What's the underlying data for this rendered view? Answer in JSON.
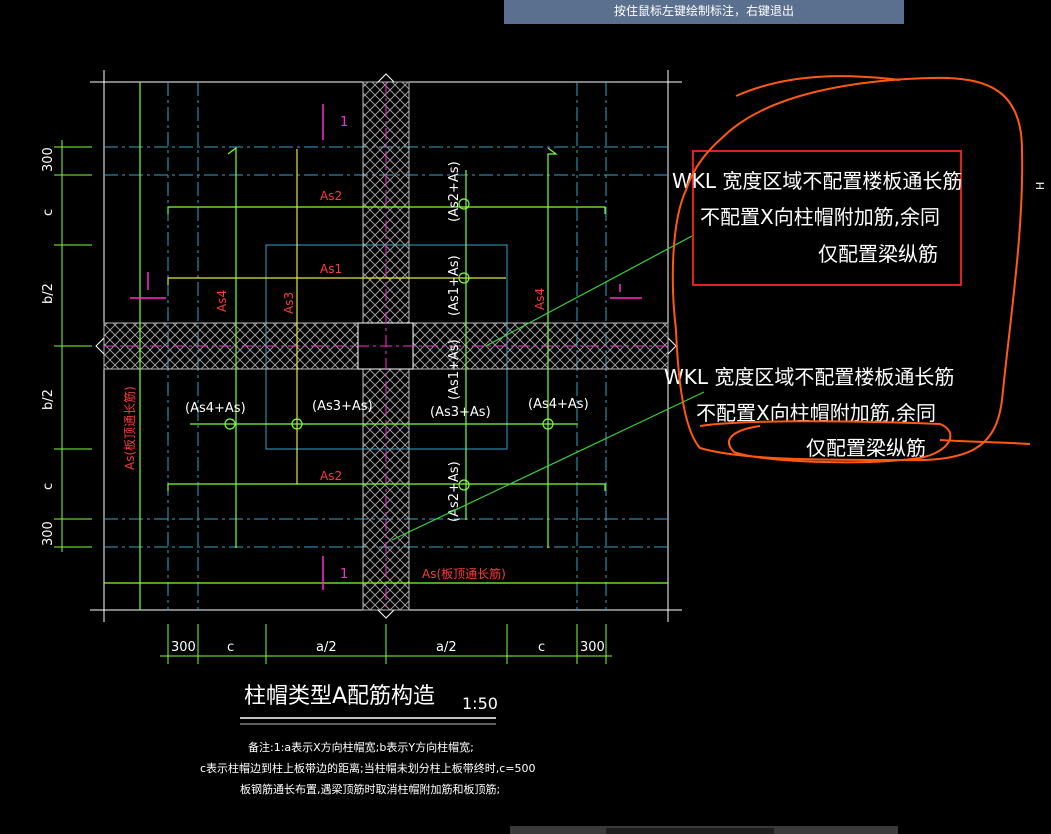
{
  "status_bar": {
    "prompt": "按住鼠标左键绘制标注，右键退出"
  },
  "diagram": {
    "title": "柱帽类型A配筋构造",
    "scale": "1:50",
    "notes": [
      "备注:1:a表示X方向柱帽宽;b表示Y方向柱帽宽;",
      "c表示柱帽边到柱上板带边的距离;当柱帽未划分柱上板带终时,c=500",
      "板钢筋通长布置,遇梁顶筋时取消柱帽附加筋和板顶筋;"
    ],
    "dimensions": {
      "bottom": [
        "300",
        "c",
        "a/2",
        "a/2",
        "c",
        "300"
      ],
      "left": [
        "300",
        "c",
        "b/2",
        "b/2",
        "c",
        "300"
      ]
    },
    "rebar_labels": {
      "as2_top": "As2",
      "as1": "As1",
      "as4_left": "As4",
      "as3": "As3",
      "as4_right": "As4",
      "as2_bottom": "As2",
      "as_left_vertical": "As(板顶通长筋)",
      "as_bottom": "As(板顶通长筋)",
      "as2_as_top": "(As2+As)",
      "as1_as_upper": "(As1+As)",
      "as1_as_lower": "(As1+As)",
      "as2_as_bottom": "(As2+As)",
      "as4_as_left": "(As4+As)",
      "as3_as_left": "(As3+As)",
      "as3_as_right": "(As3+As)",
      "as4_as_right": "(As4+As)"
    },
    "section_marks": [
      "1",
      "1"
    ],
    "annotations": [
      {
        "lines": [
          "WKL 宽度区域不配置楼板通长筋",
          "不配置X向柱帽附加筋,余同",
          "仅配置梁纵筋"
        ]
      },
      {
        "lines": [
          "WKL 宽度区域不配置楼板通长筋",
          "不配置X向柱帽附加筋,余同",
          "仅配置梁纵筋"
        ]
      }
    ],
    "right_edge_mark": "H"
  },
  "colors": {
    "status_bg": "#5b6f8f",
    "rebar_green": "#7dff3a",
    "yellow": "#e6e63a",
    "cyan": "#38a0c8",
    "magenta": "#ff2bd6",
    "red_label": "#ff3a3a",
    "leader_green": "#3ad23a",
    "red_box": "#e02020",
    "orange_markup": "#ff5a10"
  }
}
